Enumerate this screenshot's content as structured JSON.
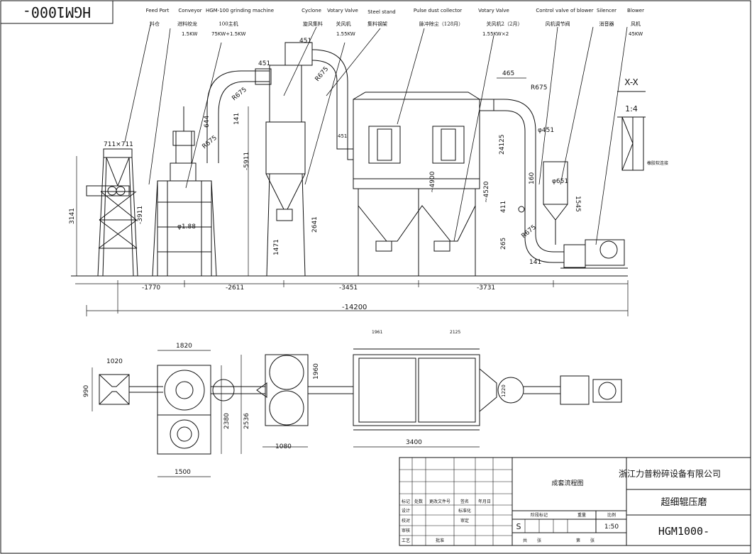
{
  "drawing_code_box": "HGM1000-",
  "labels": [
    {
      "en": "Feed Port",
      "cn": "料仓"
    },
    {
      "en": "Conveyor",
      "cn": "进料绞龙",
      "power": "1.5KW"
    },
    {
      "en": "HGM-100 grinding machine",
      "cn": "100主机",
      "power": "75KW+1.5KW"
    },
    {
      "en": "Cyclone",
      "cn": "旋风集料"
    },
    {
      "en": "Votary Valve",
      "cn": "关风机",
      "power": "1.55KW"
    },
    {
      "en": "Steel stand",
      "cn": "集料钢架"
    },
    {
      "en": "Pulse dust collector",
      "cn": "脉冲除尘（128月）"
    },
    {
      "en": "Votary Valve",
      "cn": "关风机2（2月）",
      "power": "1.55KW×2"
    },
    {
      "en": "Control valve of blower",
      "cn": "风机调节阀"
    },
    {
      "en": "Silencer",
      "cn": "消音器"
    },
    {
      "en": "Blower",
      "cn": "风机",
      "power": "45KW"
    }
  ],
  "section": {
    "name": "X-X",
    "scale": "1:4",
    "note": "橡胶软连接"
  },
  "dims_front": {
    "hopper_top": "711×711",
    "height_left": "3141",
    "h_3911": "-3911",
    "dia_188": "φ1.88",
    "d644": "644",
    "d141": "141",
    "d5911": "-5911",
    "r675a": "R675",
    "r675b": "R675",
    "d451a": "451",
    "d451b": "451",
    "d451c": "451",
    "r675c": "R675",
    "d1471": "1471",
    "d2641": "2641",
    "d4900": "~4900",
    "d465": "465",
    "r675d": "R675",
    "dia451": "φ451",
    "d24125": "24125",
    "d4520": "~4520",
    "dia651": "φ651",
    "d1545": "1545",
    "d411": "411",
    "d265": "265",
    "r675e": "R675",
    "d141b": "141",
    "d160": "160",
    "seg1": "-1770",
    "seg2": "-2611",
    "seg3": "-3451",
    "seg4": "-3731",
    "total": "-14200"
  },
  "dims_plan": {
    "d1820": "1820",
    "d1020": "1020",
    "d990": "990",
    "d2380": "2380",
    "d2536": "2536",
    "d1500": "1500",
    "d1960": "1960",
    "d1080": "1080",
    "d1961": "1961",
    "d2125": "2125",
    "d3400": "3400",
    "d1220": "1220"
  },
  "title_block": {
    "company": "浙江力普粉碎设备有限公司",
    "drawing_name": "成套流程图",
    "product": "超细辊压磨",
    "code": "HGM1000-",
    "scale": "1:50",
    "stage_mark": "S",
    "row_heads": [
      "标记",
      "处数",
      "更改文件号",
      "签名",
      "年月日"
    ],
    "roles": [
      "设计",
      "标准化",
      "校对",
      "审定",
      "审核",
      "工艺",
      "批准"
    ],
    "extras": [
      "阶段标记",
      "重量",
      "比例",
      "共",
      "张",
      "第",
      "张"
    ]
  }
}
